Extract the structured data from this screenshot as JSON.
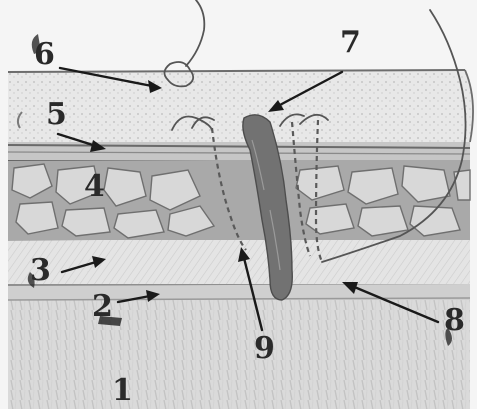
{
  "labels": [
    {
      "id": "1",
      "text": "1"
    },
    {
      "id": "2",
      "text": "2"
    },
    {
      "id": "3",
      "text": "3"
    },
    {
      "id": "4",
      "text": "4"
    },
    {
      "id": "5",
      "text": "5"
    },
    {
      "id": "6",
      "text": "6"
    },
    {
      "id": "7",
      "text": "7"
    },
    {
      "id": "8",
      "text": "8"
    },
    {
      "id": "9",
      "text": "9"
    }
  ],
  "colors": {
    "paper": "#f6f6f6",
    "ink": "#1a1a1a",
    "band_light": "#e2e2e2",
    "band_mid": "#cfcfcf",
    "band_dark": "#9d9d9d",
    "muscle_cells": "#7d7d7d",
    "needle_tract": "#6a6a6a"
  }
}
